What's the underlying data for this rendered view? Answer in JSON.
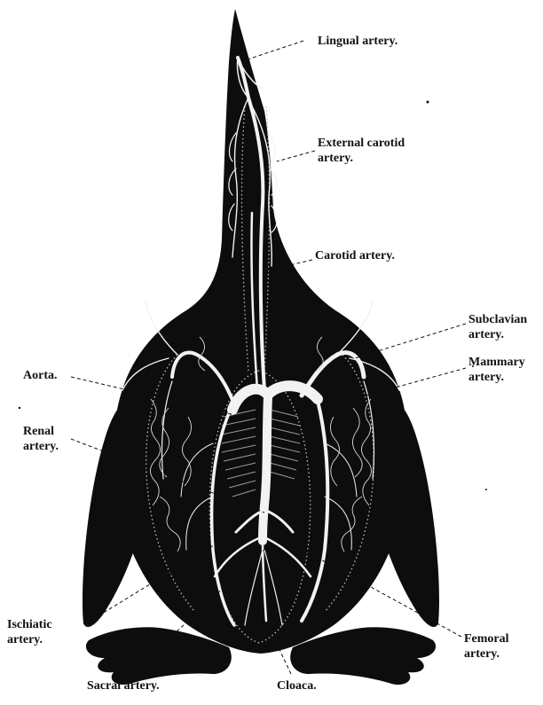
{
  "figure": {
    "colors": {
      "ink": "#0d0d0d",
      "vessel": "#f2f2f2",
      "paper": "#ffffff"
    },
    "labels": {
      "lingual": [
        "Lingual artery."
      ],
      "external_carotid": [
        "External carotid",
        "artery."
      ],
      "carotid": [
        "Carotid artery."
      ],
      "subclavian": [
        "Subclavian",
        "artery."
      ],
      "mammary": [
        "Mammary",
        "artery."
      ],
      "aorta": [
        "Aorta."
      ],
      "renal": [
        "Renal",
        "artery."
      ],
      "ischiatic": [
        "Ischiatic",
        "artery."
      ],
      "femoral": [
        "Femoral",
        "artery."
      ],
      "sacral": [
        "Sacral artery."
      ],
      "cloaca": [
        "Cloaca."
      ]
    }
  }
}
